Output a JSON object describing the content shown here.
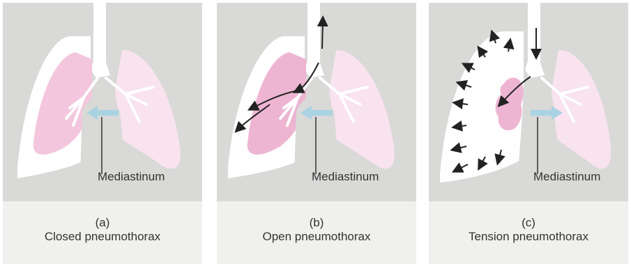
{
  "colors": {
    "panel_bg": "#d9d9d7",
    "caption_bg": "#f0f0ee",
    "pleural_space": "#ffffff",
    "lung_collapsed": "#f3c6dd",
    "lung_collapsed_dark": "#eeb5d3",
    "lung_normal": "#f8e3ee",
    "bronchi": "#ffffff",
    "mediastinal_shift_arrow": "#a9d3e2",
    "air_flow_arrow": "#222222",
    "text": "#333333"
  },
  "panels": [
    {
      "letter": "(a)",
      "title": "Closed pneumothorax",
      "mediastinum_label": "Mediastinum",
      "shift_direction": "toward affected side",
      "icons": [
        "trachea",
        "collapsed-right-lung",
        "left-lung",
        "mediastinal-shift-arrow"
      ]
    },
    {
      "letter": "(b)",
      "title": "Open pneumothorax",
      "mediastinum_label": "Mediastinum",
      "shift_direction": "toward affected side",
      "icons": [
        "trachea",
        "collapsed-right-lung",
        "left-lung",
        "air-flow-arrows",
        "mediastinal-shift-arrow"
      ]
    },
    {
      "letter": "(c)",
      "title": "Tension pneumothorax",
      "mediastinum_label": "Mediastinum",
      "shift_direction": "away from affected side",
      "icons": [
        "trachea",
        "compressed-right-lung",
        "left-lung",
        "pressure-arrows",
        "mediastinal-shift-arrow"
      ]
    }
  ]
}
